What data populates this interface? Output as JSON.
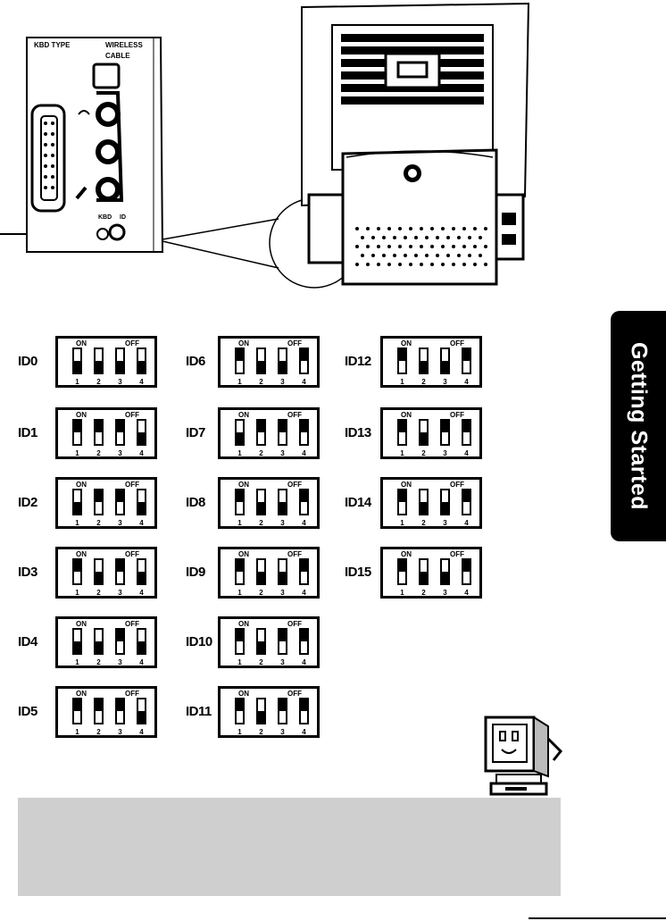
{
  "panel": {
    "kbd_type_label": "KBD TYPE",
    "wireless_label": "WIRELESS",
    "cable_label": "CABLE",
    "kbd_label": "KBD",
    "id_label": "ID"
  },
  "side_tab": {
    "label": "Getting Started"
  },
  "dip_switch": {
    "on_label": "ON",
    "off_label": "OFF",
    "switch_numbers": [
      "1",
      "2",
      "3",
      "4"
    ]
  },
  "id_settings": [
    {
      "label": "ID0",
      "switches": [
        "off",
        "off",
        "off",
        "off"
      ]
    },
    {
      "label": "ID1",
      "switches": [
        "on",
        "on",
        "on",
        "off"
      ]
    },
    {
      "label": "ID2",
      "switches": [
        "off",
        "on",
        "on",
        "off"
      ]
    },
    {
      "label": "ID3",
      "switches": [
        "on",
        "off",
        "on",
        "off"
      ]
    },
    {
      "label": "ID4",
      "switches": [
        "off",
        "off",
        "on",
        "off"
      ]
    },
    {
      "label": "ID5",
      "switches": [
        "on",
        "on",
        "on",
        "off"
      ]
    },
    {
      "label": "ID6",
      "switches": [
        "on",
        "off",
        "off",
        "on"
      ]
    },
    {
      "label": "ID7",
      "switches": [
        "off",
        "on",
        "on",
        "on"
      ]
    },
    {
      "label": "ID8",
      "switches": [
        "on",
        "off",
        "off",
        "on"
      ]
    },
    {
      "label": "ID9",
      "switches": [
        "on",
        "off",
        "off",
        "on"
      ]
    },
    {
      "label": "ID10",
      "switches": [
        "on",
        "off",
        "on",
        "on"
      ]
    },
    {
      "label": "ID11",
      "switches": [
        "on",
        "off",
        "on",
        "on"
      ]
    },
    {
      "label": "ID12",
      "switches": [
        "on",
        "off",
        "off",
        "on"
      ]
    },
    {
      "label": "ID13",
      "switches": [
        "on",
        "off",
        "on",
        "on"
      ]
    },
    {
      "label": "ID14",
      "switches": [
        "on",
        "off",
        "off",
        "on"
      ]
    },
    {
      "label": "ID15",
      "switches": [
        "on",
        "off",
        "off",
        "on"
      ]
    }
  ],
  "colors": {
    "tab_background": "#000000",
    "tab_text": "#ffffff",
    "note_background": "#cfcfcf"
  }
}
